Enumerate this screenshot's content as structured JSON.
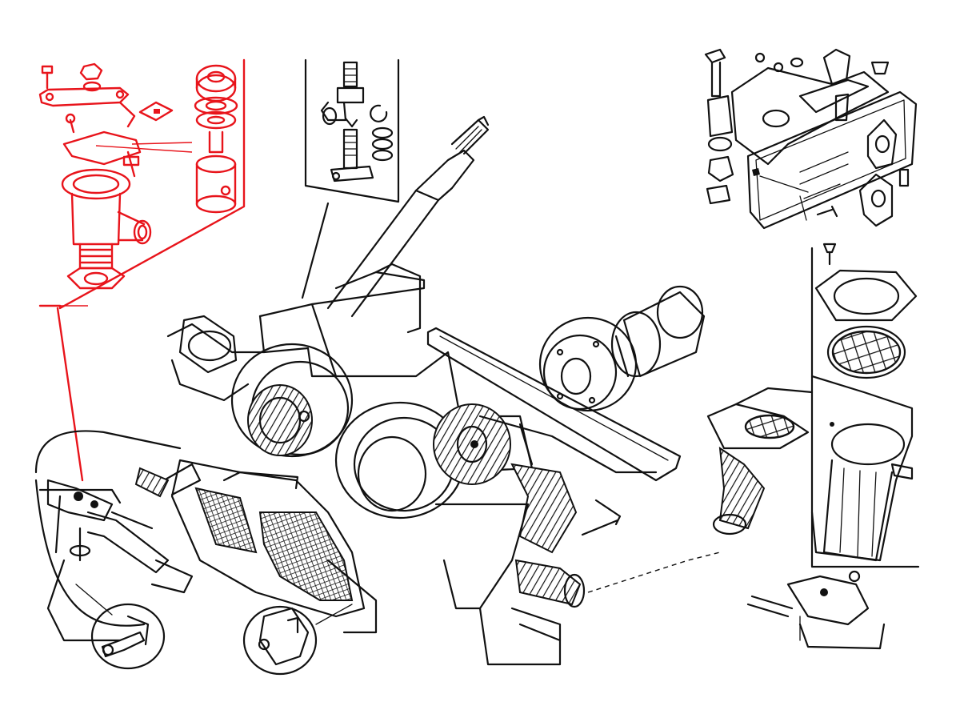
{
  "colors": {
    "background": "#ffffff",
    "ink": "#111111",
    "highlight_red": "#e8141b"
  },
  "figure": {
    "type": "exploded-assembly-line-drawing",
    "highlighted_callout_color": "red",
    "callouts": [
      {
        "name": "valve-callout",
        "color": "red",
        "position_word": "top-left"
      },
      {
        "name": "connector-callout",
        "color": "black",
        "position_word": "top-center"
      },
      {
        "name": "control-panel-callout",
        "color": "black",
        "position_word": "top-right"
      },
      {
        "name": "vent-grille-callout",
        "color": "black",
        "position_word": "right"
      },
      {
        "name": "lower-clamp-callout-left",
        "color": "black",
        "position_word": "bottom-left"
      },
      {
        "name": "lower-clamp-callout-center",
        "color": "black",
        "position_word": "bottom-center"
      }
    ]
  }
}
